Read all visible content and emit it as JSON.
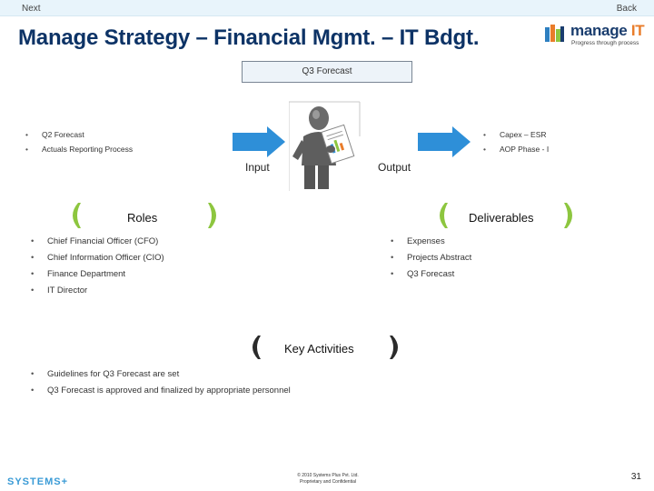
{
  "nav": {
    "next": "Next",
    "back": "Back"
  },
  "title": "Manage Strategy – Financial Mgmt. – IT Bdgt.",
  "logo": {
    "word1": "manage ",
    "word2": "IT",
    "tagline": "Progress through process"
  },
  "forecast_box": "Q3 Forecast",
  "inputs": [
    "Q2 Forecast",
    "Actuals Reporting Process"
  ],
  "outputs": [
    "Capex – ESR",
    "AOP Phase - I"
  ],
  "input_label": "Input",
  "output_label": "Output",
  "roles": {
    "heading": "Roles",
    "items": [
      "Chief Financial Officer (CFO)",
      "Chief Information Officer (CIO)",
      "Finance Department",
      "IT Director"
    ]
  },
  "deliverables": {
    "heading": "Deliverables",
    "items": [
      "Expenses",
      "Projects Abstract",
      "Q3 Forecast"
    ]
  },
  "activities": {
    "heading": "Key Activities",
    "items": [
      "Guidelines for Q3 Forecast are set",
      "Q3 Forecast is approved and finalized by appropriate personnel"
    ]
  },
  "footer": {
    "brand": "SYSTEMS+",
    "copyright_line1": "© 2010 Systems Plus Pvt. Ltd.",
    "copyright_line2": "Proprietary and Confidential",
    "page": "31"
  },
  "colors": {
    "title": "#0d3366",
    "arrow": "#2e8fd8",
    "bracket_green": "#8dc63f",
    "bracket_dark": "#2b2b2b",
    "accent_orange": "#e97c2a"
  }
}
